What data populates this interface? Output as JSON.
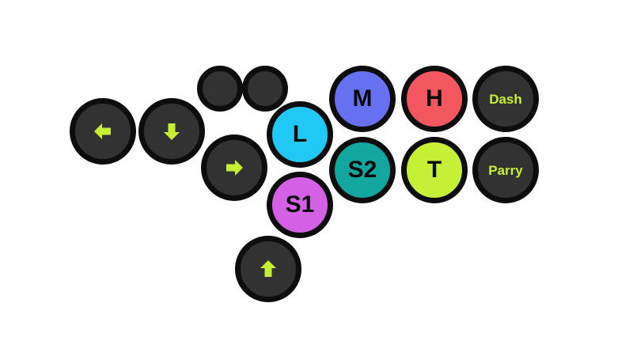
{
  "colors": {
    "ring": "#0d0d0d",
    "neutral_fill": "#323232",
    "arrow_accent": "#c5f035",
    "light": "#22c8f5",
    "medium": "#6670f0",
    "heavy": "#f2565f",
    "special1": "#d460e6",
    "special2": "#12a69f",
    "throw": "#c5f035"
  },
  "controller": {
    "blank_buttons": [
      {
        "name": "blank-button-left"
      },
      {
        "name": "blank-button-right"
      }
    ],
    "directions": {
      "left": {
        "icon": "arrow-left-icon"
      },
      "down": {
        "icon": "arrow-down-icon"
      },
      "right": {
        "icon": "arrow-right-icon"
      },
      "up": {
        "icon": "arrow-up-icon"
      }
    },
    "attacks": {
      "light": "L",
      "medium": "M",
      "heavy": "H",
      "special1": "S1",
      "special2": "S2",
      "throw": "T"
    },
    "utility": {
      "dash": "Dash",
      "parry": "Parry"
    }
  }
}
